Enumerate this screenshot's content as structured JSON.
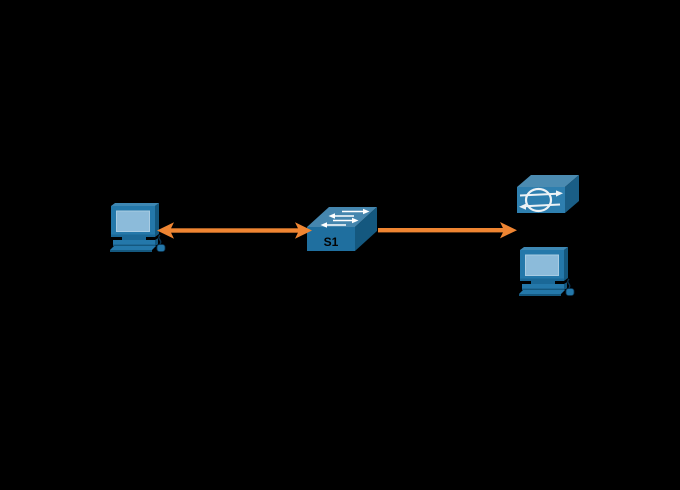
{
  "figure": {
    "description": "network-topology-diagram",
    "background_color": "#000000",
    "devices": {
      "pc_left": {
        "type": "desktop-pc"
      },
      "switch": {
        "type": "lan-switch",
        "label": "S1"
      },
      "hub": {
        "type": "hub"
      },
      "pc_right": {
        "type": "desktop-pc"
      }
    },
    "links": [
      {
        "from": "pc_left",
        "to": "switch",
        "style": "double-headed-arrow",
        "color": "#EF8532"
      },
      {
        "from": "switch",
        "to": "hub_and_pc_right",
        "style": "single-headed-arrow",
        "color": "#EF8532"
      }
    ],
    "colors": {
      "background": "#000000",
      "arrow_orange": "#EF8532",
      "device_top_blue": "#4586AE",
      "device_front_blue": "#1F6F9F",
      "hub_front_blue": "#2E7FAF",
      "device_side_blue": "#14587F",
      "pc_frame_blue": "#2478AA",
      "pc_screen_blue": "#8CBBDA",
      "detail_white": "#FFFFFF",
      "switch_label_color": "#000000"
    }
  }
}
